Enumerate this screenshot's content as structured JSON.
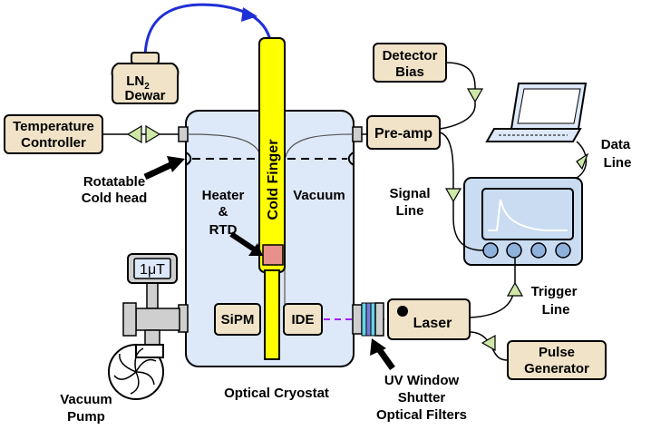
{
  "labels": {
    "ln2_main": "LN",
    "ln2_sub": "2",
    "dewar": "Dewar",
    "temp_line1": "Temperature",
    "temp_line2": "Controller",
    "rotatable_line1": "Rotatable",
    "rotatable_line2": "Cold head",
    "cold_finger": "Cold Finger",
    "heater_line1": "Heater",
    "heater_line2": "&",
    "heater_line3": "RTD",
    "vacuum": "Vacuum",
    "sipm": "SiPM",
    "ide": "IDE",
    "gauge": "1μT",
    "vacuum_pump_line1": "Vacuum",
    "vacuum_pump_line2": "Pump",
    "optical_cryostat": "Optical Cryostat",
    "uv_line1": "UV Window",
    "uv_line2": "Shutter",
    "uv_line3": "Optical Filters",
    "laser": "Laser",
    "preamp": "Pre-amp",
    "detector_line1": "Detector",
    "detector_line2": "Bias",
    "signal_line1": "Signal",
    "signal_line2": "Line",
    "data_line1": "Data",
    "data_line2": "Line",
    "trigger_line1": "Trigger",
    "trigger_line2": "Line",
    "pulse_line1": "Pulse",
    "pulse_line2": "Generator"
  },
  "colors": {
    "box_fill": "#f1e3c8",
    "chamber_fill": "#dde8f8",
    "cold_finger_fill": "#ffff00",
    "heater_fill": "#e8908c",
    "arrow_fill": "#cfe8a8",
    "scope_fill": "#c9dcf2",
    "pipe_fill": "#cfcfcf",
    "ln2_tube": "#1f2fd6",
    "laser_beam": "#a020f0"
  }
}
